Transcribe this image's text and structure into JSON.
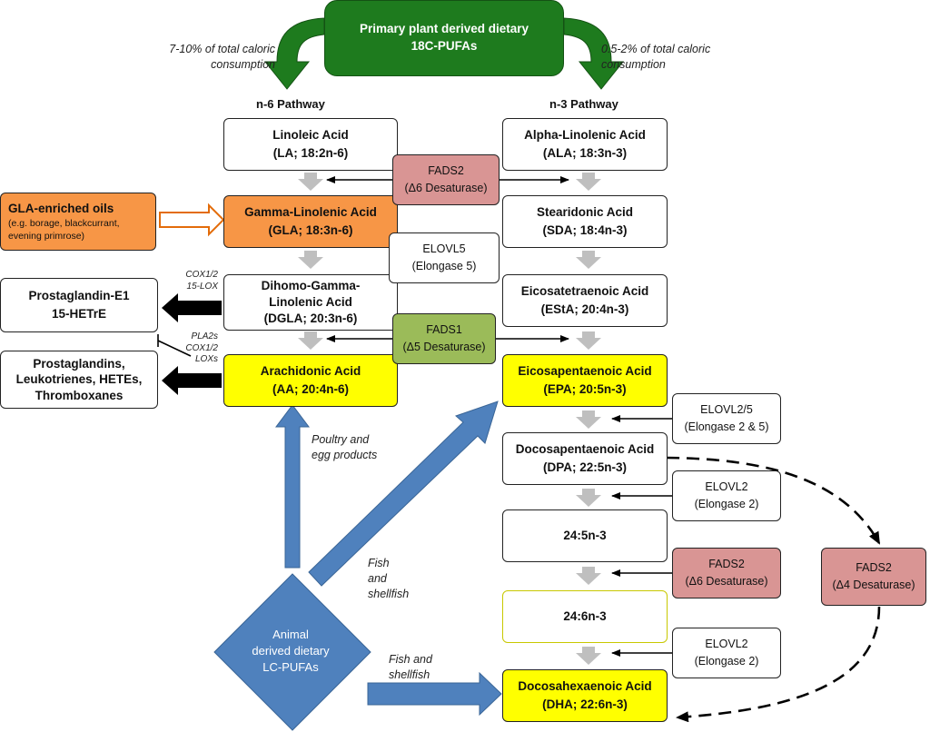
{
  "top_source": {
    "line1": "Primary plant derived dietary",
    "line2": "18C-PUFAs"
  },
  "intake_left": {
    "line1": "7-10% of total caloric",
    "line2": "consumption"
  },
  "intake_right": {
    "line1": "0.5-2% of total caloric",
    "line2": "consumption"
  },
  "pathways": {
    "n6": "n-6 Pathway",
    "n3": "n-3 Pathway"
  },
  "n6": {
    "la": {
      "name": "Linoleic Acid",
      "formula": "(LA; 18:2n-6)"
    },
    "gla": {
      "name": "Gamma-Linolenic Acid",
      "formula": "(GLA; 18:3n-6)"
    },
    "dgla": {
      "name1": "Dihomo-Gamma-",
      "name2": "Linolenic Acid",
      "formula": "(DGLA; 20:3n-6)"
    },
    "aa": {
      "name": "Arachidonic Acid",
      "formula": "(AA; 20:4n-6)"
    }
  },
  "n3": {
    "ala": {
      "name": "Alpha-Linolenic Acid",
      "formula": "(ALA; 18:3n-3)"
    },
    "sda": {
      "name": "Stearidonic Acid",
      "formula": "(SDA; 18:4n-3)"
    },
    "esta": {
      "name": "Eicosatetraenoic Acid",
      "formula": "(EStA; 20:4n-3)"
    },
    "epa": {
      "name": "Eicosapentaenoic Acid",
      "formula": "(EPA; 20:5n-3)"
    },
    "dpa": {
      "name": "Docosapentaenoic Acid",
      "formula": "(DPA; 22:5n-3)"
    },
    "c245": {
      "name": "24:5n-3"
    },
    "c246": {
      "name": "24:6n-3"
    },
    "dha": {
      "name": "Docosahexaenoic Acid",
      "formula": "(DHA; 22:6n-3)"
    }
  },
  "enzymes": {
    "fads2_d6": {
      "name": "FADS2",
      "desc": "(Δ6 Desaturase)"
    },
    "elovl5": {
      "name": "ELOVL5",
      "desc": "(Elongase 5)"
    },
    "fads1": {
      "name": "FADS1",
      "desc": "(Δ5 Desaturase)"
    },
    "elovl25": {
      "name": "ELOVL2/5",
      "desc": "(Elongase 2 & 5)"
    },
    "elovl2_a": {
      "name": "ELOVL2",
      "desc": "(Elongase 2)"
    },
    "fads2_d6b": {
      "name": "FADS2",
      "desc": "(Δ6 Desaturase)"
    },
    "elovl2_b": {
      "name": "ELOVL2",
      "desc": "(Elongase 2)"
    },
    "fads2_d4": {
      "name": "FADS2",
      "desc": "(Δ4 Desaturase)"
    }
  },
  "gla_oils": {
    "title": "GLA-enriched oils",
    "detail1": "(e.g. borage, blackcurrant,",
    "detail2": "evening primrose)"
  },
  "products": {
    "pge1": {
      "line1": "Prostaglandin-E1",
      "line2": "15-HETrE"
    },
    "eicosanoids": {
      "line1": "Prostaglandins,",
      "line2": "Leukotrienes, HETEs,",
      "line3": "Thromboxanes"
    }
  },
  "side_enzymes": {
    "cox_lox": {
      "line1": "COX1/2",
      "line2": "15-LOX"
    },
    "pla2": {
      "line1": "PLA2s",
      "line2": "COX1/2",
      "line3": "LOXs"
    }
  },
  "animal_source": {
    "line1": "Animal",
    "line2": "derived dietary",
    "line3": "LC-PUFAs"
  },
  "food_labels": {
    "poultry": {
      "line1": "Poultry and",
      "line2": "egg products"
    },
    "fish1": {
      "line1": "Fish",
      "line2": "and",
      "line3": "shellfish"
    },
    "fish2": {
      "line1": "Fish and",
      "line2": "shellfish"
    }
  },
  "colors": {
    "yellow": "#ffff00",
    "orange": "#f79646",
    "pink": "#d99594",
    "green_enzyme": "#9bbb59",
    "dark_green": "#1e7b1e",
    "blue": "#4f81bd",
    "grey_arrow": "#bfbfbf"
  }
}
